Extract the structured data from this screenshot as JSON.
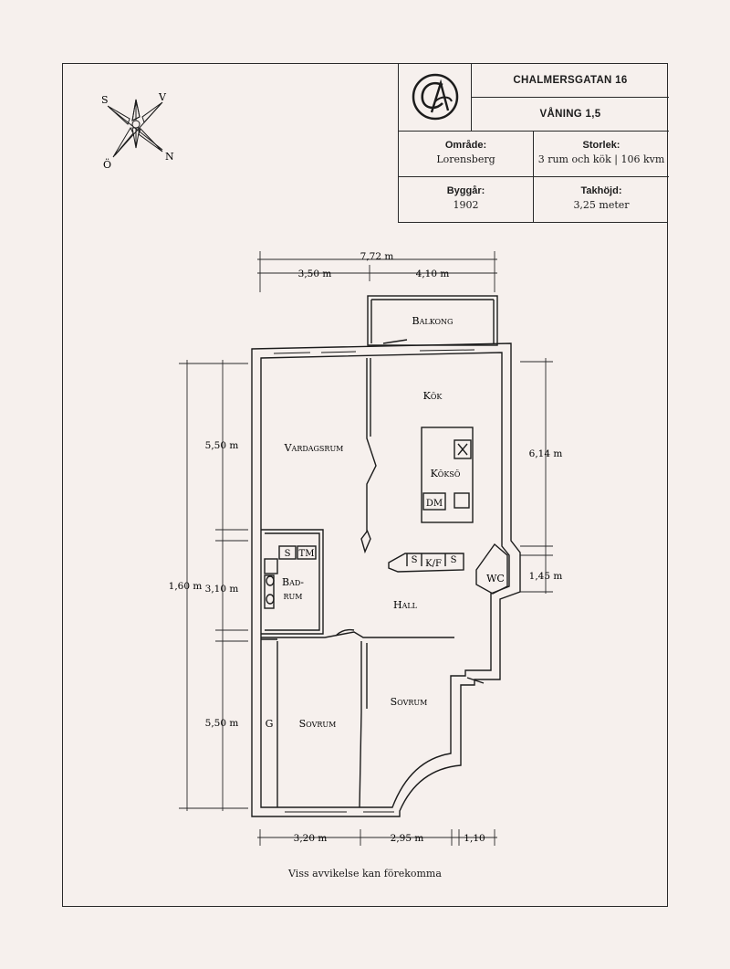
{
  "header": {
    "address": "CHALMERSGATAN 16",
    "floor": "VÅNING 1,5",
    "logo_letters": "CA"
  },
  "info": [
    {
      "label": "Område:",
      "value": "Lorensberg"
    },
    {
      "label": "Storlek:",
      "value": "3 rum och kök | 106 kvm"
    },
    {
      "label": "Byggår:",
      "value": "1902"
    },
    {
      "label": "Takhöjd:",
      "value": "3,25 meter"
    }
  ],
  "compass": {
    "s": "S",
    "v": "V",
    "o": "Ö",
    "n": "N"
  },
  "rooms": {
    "balkong": "Balkong",
    "kok": "Kök",
    "vardagsrum": "Vardagsrum",
    "koksö": "Köksö",
    "dm": "DM",
    "badrum_1": "Bad-",
    "badrum_2": "rum",
    "hall": "Hall",
    "wc": "WC",
    "sovrum_1": "Sovrum",
    "sovrum_2": "Sovrum",
    "g": "G",
    "s1": "S",
    "tm": "TM",
    "s2": "S",
    "kf": "K/F",
    "s3": "S"
  },
  "dimensions": {
    "total_width": "7,72 m",
    "top_left": "3,50 m",
    "top_right": "4,10 m",
    "left_total": "1,60 m",
    "left_top": "5,50 m",
    "left_mid": "3,10 m",
    "left_bottom": "5,50 m",
    "right_top": "6,14 m",
    "right_mid": "1,45 m",
    "bottom_1": "3,20 m",
    "bottom_2": "2,95 m",
    "bottom_3": "1,10"
  },
  "footer_note": "Viss avvikelse kan förekomma"
}
